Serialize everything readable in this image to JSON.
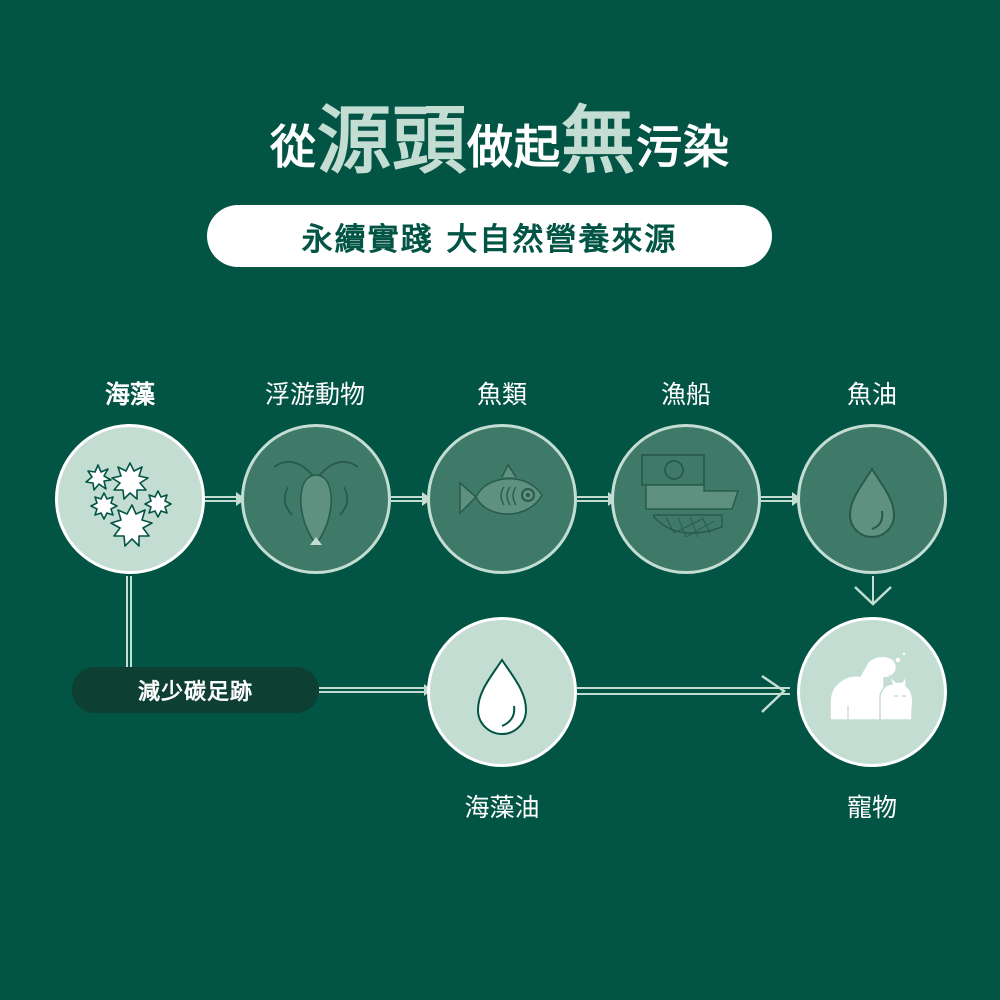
{
  "title": {
    "part1": "從",
    "part2": "源頭",
    "part3": "做起",
    "part4": "無",
    "part5": "污染"
  },
  "subtitle": "永續實踐 大自然營養來源",
  "chain": [
    {
      "label": "海藻",
      "icon": "seaweed-icon"
    },
    {
      "label": "浮游動物",
      "icon": "plankton-icon"
    },
    {
      "label": "魚類",
      "icon": "fish-icon"
    },
    {
      "label": "漁船",
      "icon": "fishing-boat-icon"
    },
    {
      "label": "魚油",
      "icon": "oil-drop-icon"
    }
  ],
  "alt_path": {
    "badge": "減少碳足跡",
    "seaweed_oil": {
      "label": "海藻油",
      "icon": "oil-drop-icon"
    },
    "pet": {
      "label": "寵物",
      "icon": "pets-icon"
    }
  },
  "colors": {
    "background": "#025444",
    "circle_light": "#c3ddd3",
    "circle_dark": "#3f7a69",
    "line": "#c3ddd3",
    "accent_text": "#c3ddd3"
  }
}
